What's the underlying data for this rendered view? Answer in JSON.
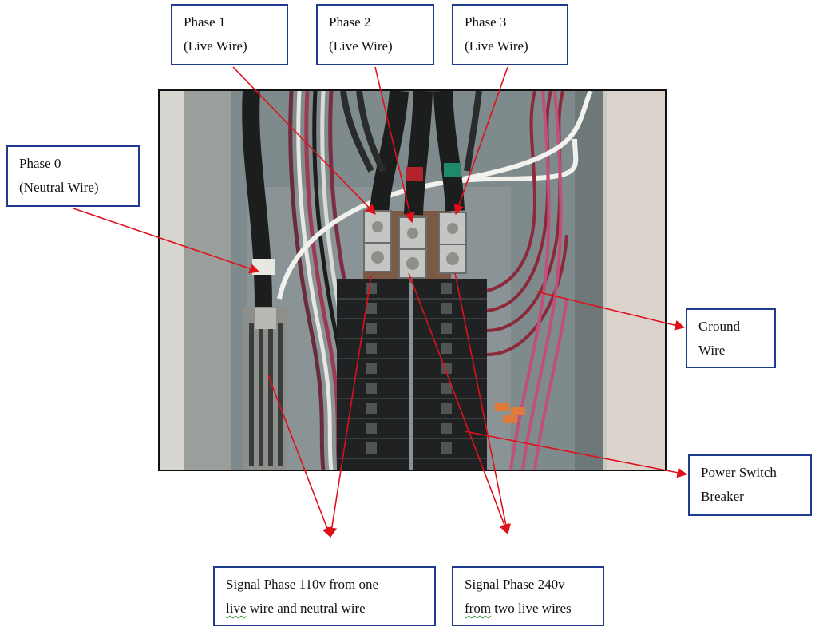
{
  "labels": {
    "phase1": {
      "line1": "Phase 1",
      "line2": "(Live Wire)"
    },
    "phase2": {
      "line1": "Phase 2",
      "line2": "(Live Wire)"
    },
    "phase3": {
      "line1": "Phase 3",
      "line2": "(Live Wire)"
    },
    "phase0": {
      "line1": "Phase 0",
      "line2": "(Neutral Wire)"
    },
    "ground": {
      "line1": "Ground",
      "line2": "Wire"
    },
    "breaker": {
      "line1": "Power Switch",
      "line2": "Breaker"
    },
    "single_phase": {
      "line1": "Signal Phase 110v  from one",
      "line2_word1": "live",
      "line2_rest": " wire and neutral wire"
    },
    "split_phase": {
      "line1": "Signal Phase 240v",
      "line2_word1": "from",
      "line2_rest": " two live wires"
    }
  },
  "colors": {
    "arrow": "#e0101a",
    "box_border": "#1f3b8f"
  }
}
